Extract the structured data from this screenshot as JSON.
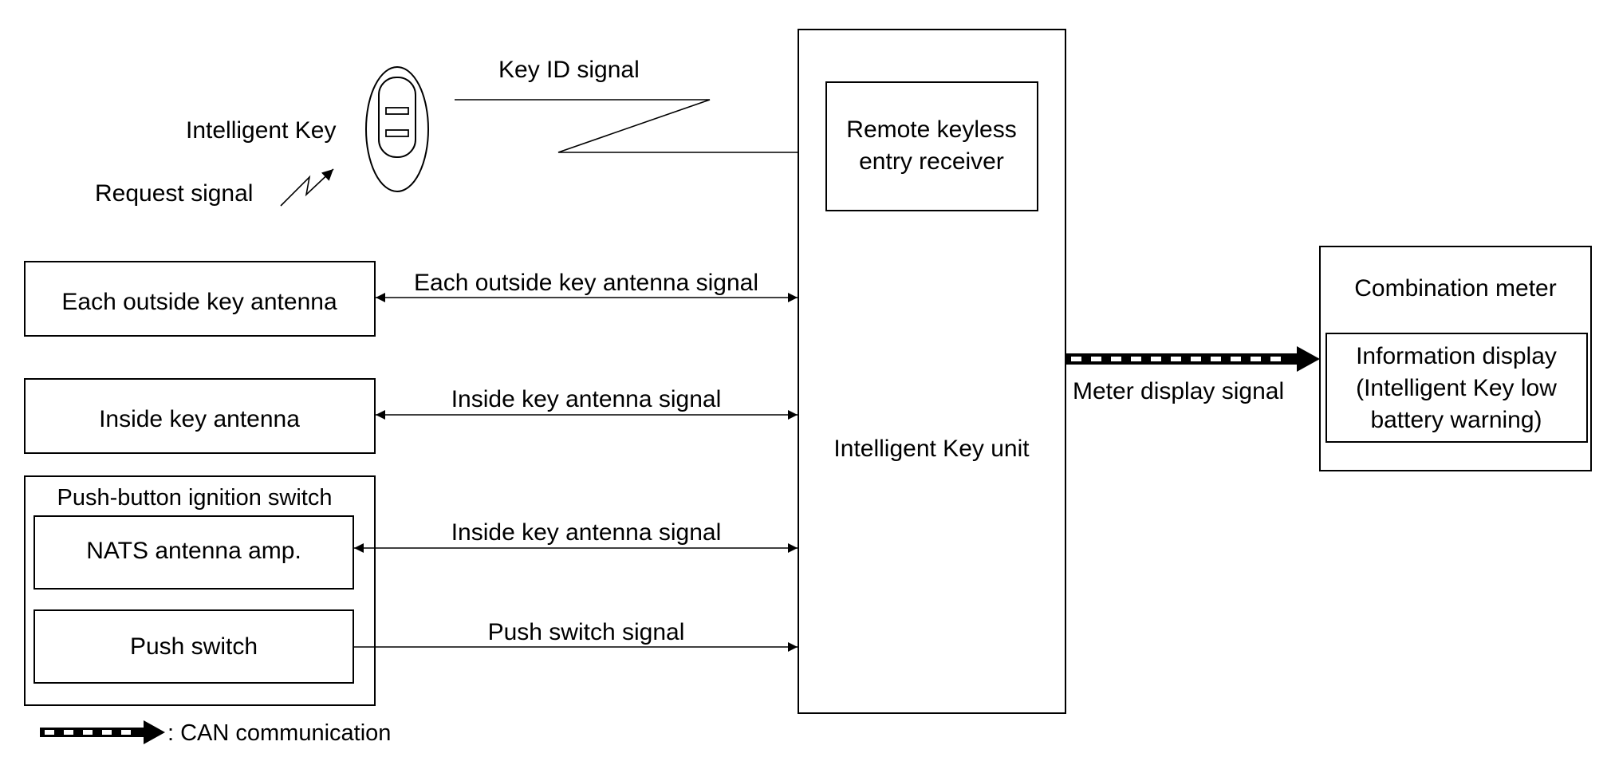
{
  "intelligent_key": {
    "label": "Intelligent Key",
    "request_signal": "Request signal",
    "key_id_signal": "Key ID signal"
  },
  "intelligent_key_unit": {
    "label": "Intelligent Key unit",
    "receiver": [
      "Remote keyless",
      "entry receiver"
    ]
  },
  "outside_antenna": {
    "label": "Each outside key antenna",
    "signal": "Each outside key antenna signal"
  },
  "inside_antenna": {
    "label": "Inside key antenna",
    "signal": "Inside key antenna signal"
  },
  "push_button_switch": {
    "label": "Push-button ignition switch",
    "nats": "NATS antenna amp.",
    "nats_signal": "Inside key antenna signal",
    "push_switch": "Push switch",
    "push_signal": "Push switch signal"
  },
  "combination_meter": {
    "label": "Combination meter",
    "display": [
      "Information display",
      "(Intelligent Key low",
      "battery warning)"
    ],
    "signal": "Meter display signal"
  },
  "legend": {
    "can_label": ": CAN communication"
  }
}
